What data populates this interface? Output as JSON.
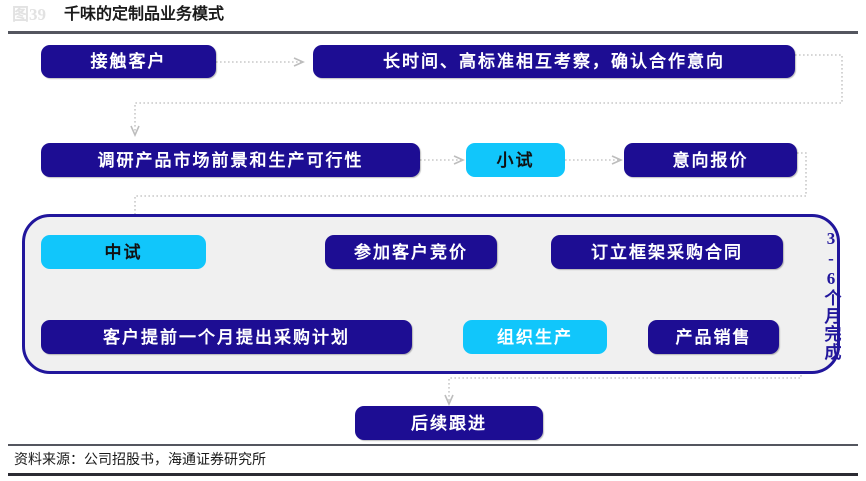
{
  "header": {
    "figure_number": "图39",
    "title": "千味的定制品业务模式"
  },
  "footer": {
    "source": "资料来源：公司招股书，海通证券研究所"
  },
  "group": {
    "label": "3-6个月完成"
  },
  "colors": {
    "navy": "#1d0d93",
    "cyan": "#11c6fb",
    "panel_bg": "#f0f0f0",
    "border": "#21169c",
    "connector": "#bdbdbd",
    "rule": "#54565f"
  },
  "nodes": {
    "contact_customer": "接触客户",
    "mutual_inspection": "长时间、高标准相互考察，确认合作意向",
    "market_research": "调研产品市场前景和生产可行性",
    "small_trial": "小试",
    "intent_quote": "意向报价",
    "pilot_trial": "中试",
    "customer_bidding": "参加客户竞价",
    "framework_contract": "订立框架采购合同",
    "purchase_plan": "客户提前一个月提出采购计划",
    "organize_production": "组织生产",
    "product_sales": "产品销售",
    "follow_up": "后续跟进"
  }
}
